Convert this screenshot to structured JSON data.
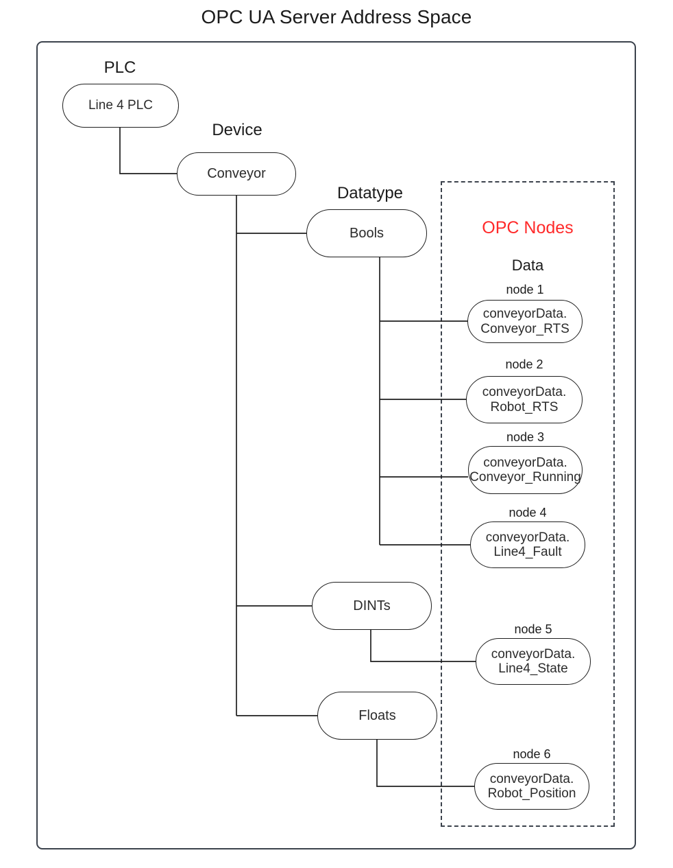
{
  "title": "OPC UA Server Address Space",
  "frames": {
    "outer_label": "server-address-space-frame",
    "dashed_label": "opc-nodes-frame"
  },
  "section_headings": {
    "plc": "PLC",
    "device": "Device",
    "datatype": "Datatype",
    "opc_nodes": "OPC Nodes",
    "data": "Data"
  },
  "colors": {
    "opc_nodes_red": "#FF2A2A",
    "frame_stroke": "#3b424c",
    "node_stroke": "#1e1e1e",
    "text": "#2b2b2b"
  },
  "tree": {
    "plc": {
      "label": "Line 4 PLC"
    },
    "device": {
      "label": "Conveyor"
    },
    "datatypes": [
      {
        "label": "Bools"
      },
      {
        "label": "DINTs"
      },
      {
        "label": "Floats"
      }
    ]
  },
  "opc_nodes": [
    {
      "caption": "node 1",
      "line1": "conveyorData.",
      "line2": "Conveyor_RTS",
      "label": "conveyorData.\nConveyor_RTS",
      "datatype": "Bools"
    },
    {
      "caption": "node 2",
      "line1": "conveyorData.",
      "line2": "Robot_RTS",
      "label": "conveyorData.\nRobot_RTS",
      "datatype": "Bools"
    },
    {
      "caption": "node 3",
      "line1": "conveyorData.",
      "line2": "Conveyor_Running",
      "label": "conveyorData.\nConveyor_Running",
      "datatype": "Bools"
    },
    {
      "caption": "node 4",
      "line1": "conveyorData.",
      "line2": "Line4_Fault",
      "label": "conveyorData.\nLine4_Fault",
      "datatype": "Bools"
    },
    {
      "caption": "node 5",
      "line1": "conveyorData.",
      "line2": "Line4_State",
      "label": "conveyorData.\nLine4_State",
      "datatype": "DINTs"
    },
    {
      "caption": "node 6",
      "line1": "conveyorData.",
      "line2": "Robot_Position",
      "label": "conveyorData.\nRobot_Position",
      "datatype": "Floats"
    }
  ]
}
